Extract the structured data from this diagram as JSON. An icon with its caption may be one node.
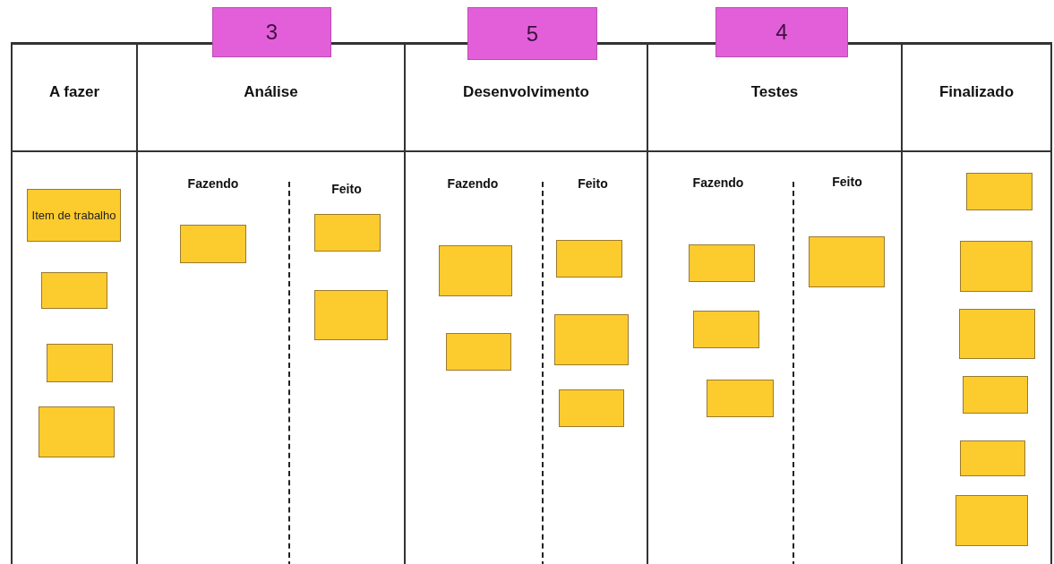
{
  "diagram": {
    "nodes": [
      {
        "text": [
          "3"
        ]
      },
      {
        "text": [
          "5"
        ]
      },
      {
        "text": [
          "4"
        ]
      },
      {
        "text": [
          "A fazer"
        ]
      },
      {
        "text": [
          "Análise",
          "Fazendo",
          "Feito"
        ]
      },
      {
        "text": [
          "Desenvolvimento",
          "Fazendo",
          "Feito"
        ]
      },
      {
        "text": [
          "Testes",
          "Fazendo",
          "Feito"
        ]
      },
      {
        "text": [
          "Finalizado"
        ]
      },
      {
        "text": [
          "Item de trabalho"
        ],
        "in": 3
      },
      {
        "text": [],
        "shape": "box",
        "in": 3
      },
      {
        "text": [],
        "shape": "box",
        "in": 3
      },
      {
        "text": [],
        "shape": "box",
        "in": 3
      },
      {
        "text": [],
        "shape": "box",
        "in": 4
      },
      {
        "text": [],
        "shape": "box",
        "in": 4
      },
      {
        "text": [],
        "shape": "box",
        "in": 4
      },
      {
        "text": [],
        "shape": "box",
        "in": 5
      },
      {
        "text": [],
        "shape": "box",
        "in": 5
      },
      {
        "text": [],
        "shape": "box",
        "in": 5
      },
      {
        "text": [],
        "shape": "box",
        "in": 5
      },
      {
        "text": [],
        "shape": "box",
        "in": 5
      },
      {
        "text": [],
        "shape": "box",
        "in": 6
      },
      {
        "text": [],
        "shape": "box",
        "in": 6
      },
      {
        "text": [],
        "shape": "box",
        "in": 6
      },
      {
        "text": [],
        "shape": "box",
        "in": 6
      },
      {
        "text": [],
        "shape": "box",
        "in": 7
      },
      {
        "text": [],
        "shape": "box",
        "in": 7
      },
      {
        "text": [],
        "shape": "box",
        "in": 7
      },
      {
        "text": [],
        "shape": "box",
        "in": 7
      },
      {
        "text": [],
        "shape": "box",
        "in": 7
      },
      {
        "text": [],
        "shape": "box",
        "in": 7
      }
    ]
  }
}
